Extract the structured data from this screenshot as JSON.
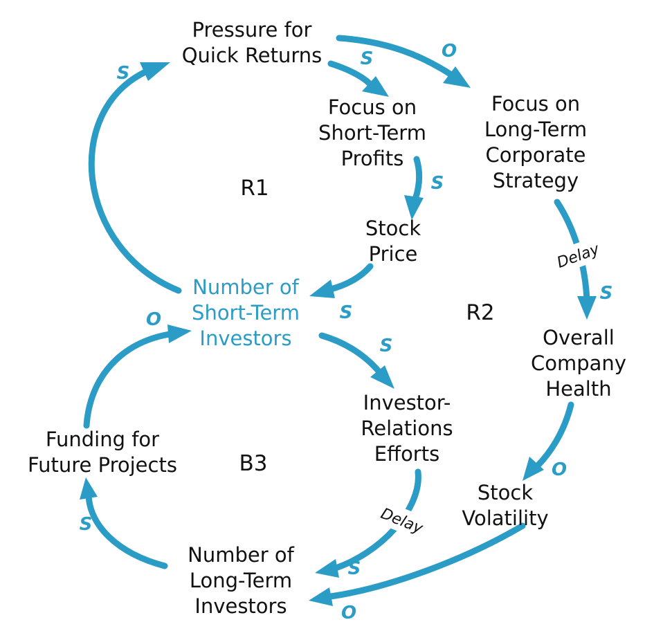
{
  "colors": {
    "link": "#2a9cc6",
    "text": "#111111",
    "highlight": "#2a9cc6",
    "background": "#ffffff"
  },
  "nodes": {
    "pressure": [
      "Pressure for",
      "Quick Returns"
    ],
    "short_term_focus": [
      "Focus on",
      "Short-Term",
      "Profits"
    ],
    "long_term_focus": [
      "Focus on",
      "Long-Term",
      "Corporate",
      "Strategy"
    ],
    "stock_price": [
      "Stock",
      "Price"
    ],
    "short_term_investors": [
      "Number of",
      "Short-Term",
      "Investors"
    ],
    "investor_relations": [
      "Investor-",
      "Relations",
      "Efforts"
    ],
    "company_health": [
      "Overall",
      "Company",
      "Health"
    ],
    "stock_volatility": [
      "Stock",
      "Volatility"
    ],
    "funding": [
      "Funding for",
      "Future Projects"
    ],
    "long_term_investors": [
      "Number of",
      "Long-Term",
      "Investors"
    ]
  },
  "loops": {
    "r1": "R1",
    "r2": "R2",
    "b3": "B3"
  },
  "polarities": {
    "shortinv_to_pressure": "S",
    "pressure_to_shortfocus": "S",
    "pressure_to_longfocus": "O",
    "shortfocus_to_price": "S",
    "price_to_shortinv": "S",
    "longfocus_to_health": "S",
    "shortinv_to_relations": "S",
    "funding_to_shortinv": "O",
    "health_to_volatility": "O",
    "relations_to_longinv": "S",
    "longinv_to_funding": "S",
    "volatility_to_longinv": "O"
  },
  "delays": {
    "longfocus_to_health": "Delay",
    "relations_to_longinv": "Delay"
  }
}
